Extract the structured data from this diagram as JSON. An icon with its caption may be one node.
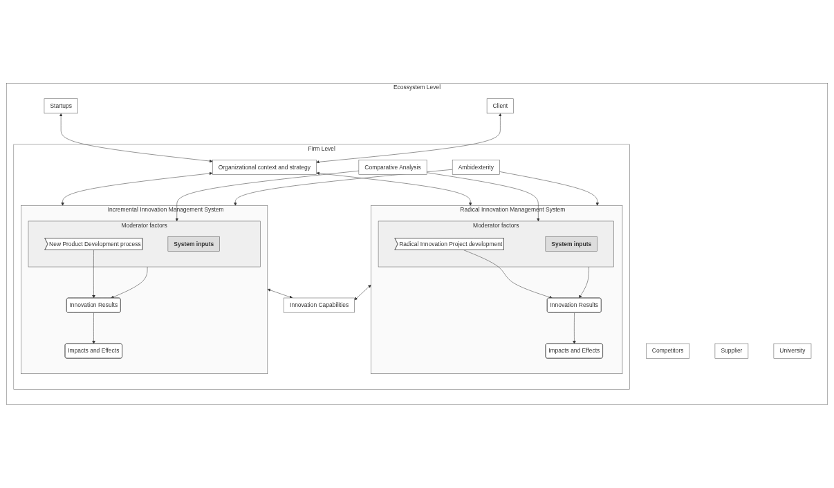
{
  "diagram": {
    "nodes": [
      {
        "text": [
          "Ecossystem Level"
        ]
      },
      {
        "text": [
          "Competitors"
        ],
        "in": 0
      },
      {
        "text": [
          "Startups"
        ],
        "in": 0
      },
      {
        "text": [
          "Supplier"
        ],
        "in": 0
      },
      {
        "text": [
          "Client"
        ],
        "in": 0
      },
      {
        "text": [
          "University"
        ],
        "in": 0
      },
      {
        "text": [
          "Firm Level"
        ],
        "in": 0
      },
      {
        "text": [
          "Organizational context and strategy"
        ],
        "in": 6
      },
      {
        "text": [
          "Radical Innovation Management System"
        ],
        "in": 6
      },
      {
        "text": [
          "Moderator factors"
        ],
        "in": 8
      },
      {
        "text": [
          "System inputs"
        ],
        "in": 9
      },
      {
        "text": [
          "Radical Innovation Project development"
        ],
        "in": 9
      },
      {
        "text": [
          "Innovation Results"
        ],
        "in": 8
      },
      {
        "text": [
          "Impacts and Effects"
        ],
        "in": 8
      },
      {
        "text": [
          "Comparative Analysis"
        ],
        "in": 6
      },
      {
        "text": [
          "Ambidexterity"
        ],
        "in": 6
      },
      {
        "text": [
          "Incremental Innovation Management System"
        ],
        "in": 6
      },
      {
        "text": [
          "Moderator factors"
        ],
        "in": 16
      },
      {
        "text": [
          "System inputs"
        ],
        "in": 17
      },
      {
        "text": [
          "New Product Development process"
        ],
        "in": 17
      },
      {
        "text": [
          "Innovation Results"
        ],
        "in": 16
      },
      {
        "text": [
          "Impacts and Effects"
        ],
        "in": 16
      },
      {
        "text": [
          "Innovation Capabilities"
        ],
        "in": 6
      }
    ],
    "edges": [
      {
        "from": 2,
        "to": 7,
        "arrow": "both"
      },
      {
        "from": 4,
        "to": 7,
        "arrow": "both"
      },
      {
        "from": 7,
        "to": 8,
        "arrow": "both"
      },
      {
        "from": 7,
        "to": 16,
        "arrow": "both"
      },
      {
        "from": 9,
        "to": 12,
        "arrow": "to"
      },
      {
        "from": 11,
        "to": 12,
        "arrow": "to"
      },
      {
        "from": 12,
        "to": 13,
        "arrow": "to"
      },
      {
        "from": 14,
        "to": 9,
        "arrow": "to"
      },
      {
        "from": 14,
        "to": 17,
        "arrow": "to"
      },
      {
        "from": 15,
        "to": 8,
        "arrow": "to"
      },
      {
        "from": 15,
        "to": 16,
        "arrow": "to"
      },
      {
        "from": 17,
        "to": 20,
        "arrow": "to"
      },
      {
        "from": 19,
        "to": 20,
        "arrow": "to"
      },
      {
        "from": 20,
        "to": 21,
        "arrow": "to"
      },
      {
        "from": 8,
        "to": 22,
        "arrow": "both"
      },
      {
        "from": 16,
        "to": 22,
        "arrow": "both"
      }
    ]
  }
}
